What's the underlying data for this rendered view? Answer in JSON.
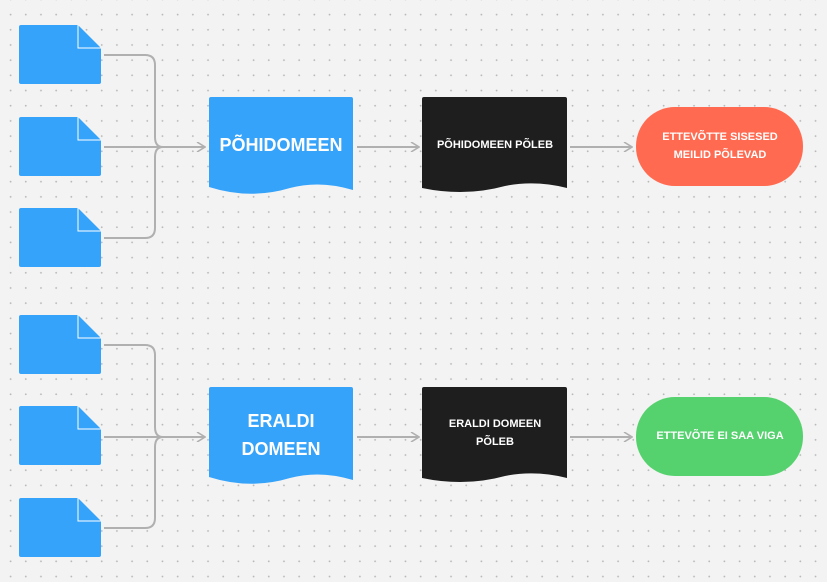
{
  "colors": {
    "document": "#36A3FB",
    "process": "#1E1E1E",
    "outcome_bad": "#FF6A50",
    "outcome_good": "#55D16E",
    "connector": "#b0b0b0"
  },
  "flows": [
    {
      "domain_label": "PÕHIDOMEEN",
      "event_label": "PÕHIDOMEEN PÕLEB",
      "outcome_label": "ETTEVÕTTE SISESED MEILID PÕLEVAD"
    },
    {
      "domain_label": "ERALDI DOMEEN",
      "event_label": "ERALDI DOMEEN PÕLEB",
      "outcome_label": "ETTEVÕTE EI SAA VIGA"
    }
  ]
}
